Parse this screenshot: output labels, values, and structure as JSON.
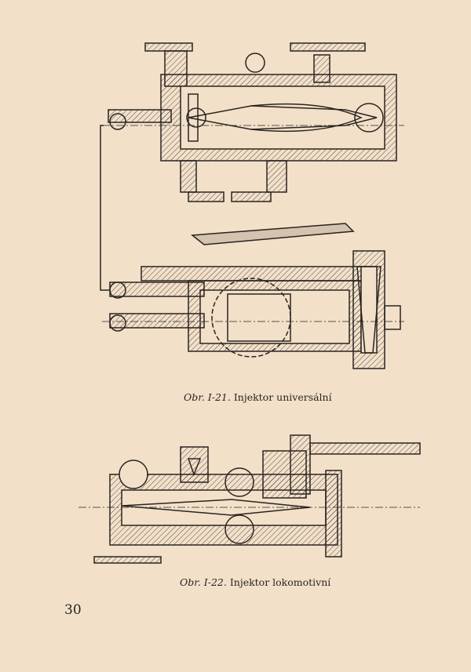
{
  "figures": [
    {
      "number": "Obr. I-21.",
      "caption": "Injektor universální"
    },
    {
      "number": "Obr. I-22.",
      "caption": "Injektor lokomotivní"
    }
  ],
  "page_number": "30"
}
